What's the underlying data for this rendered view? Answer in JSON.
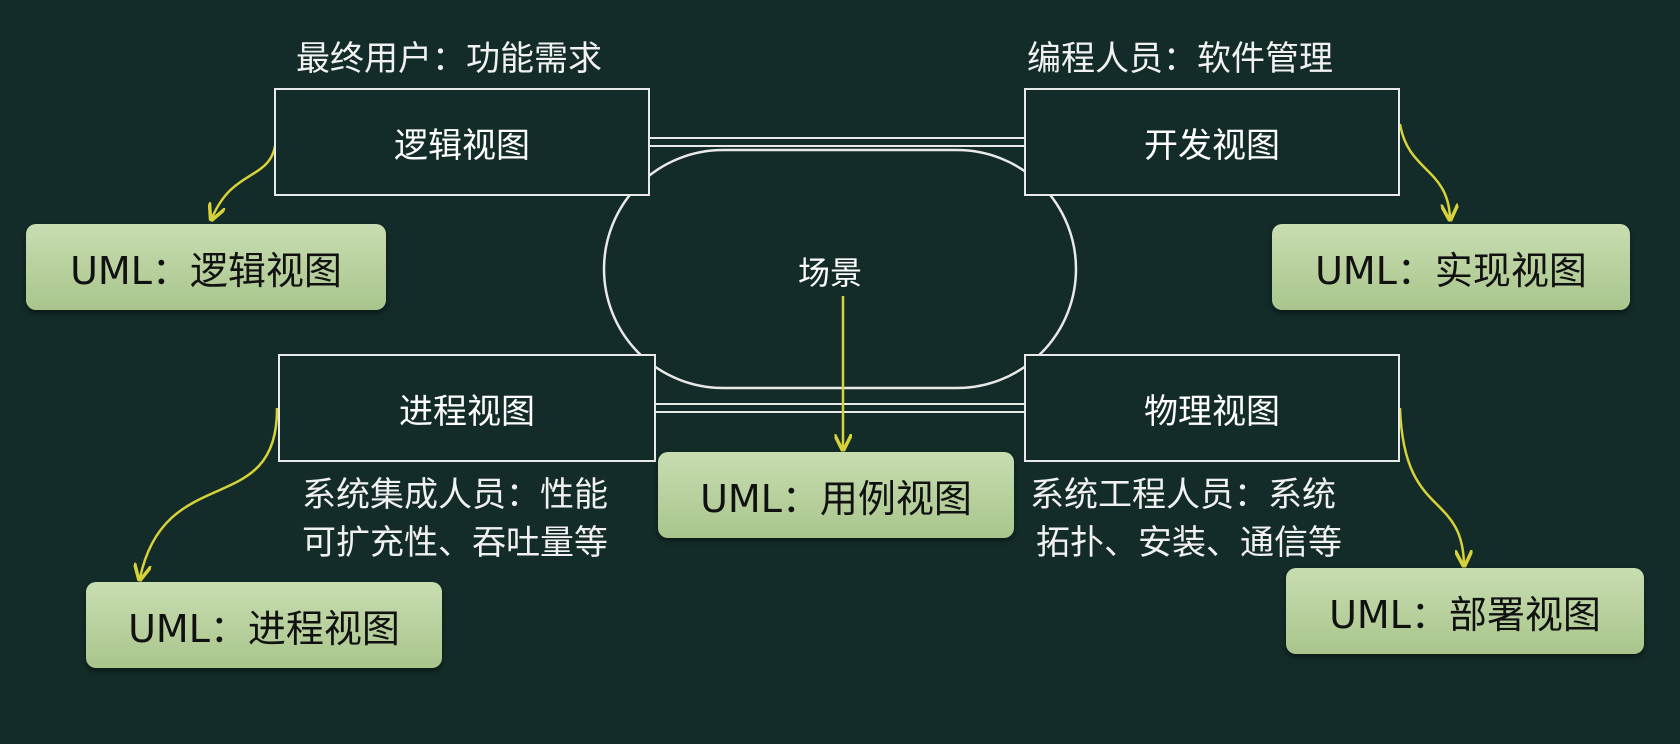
{
  "captions": {
    "logical": "最终用户：功能需求",
    "development": "编程人员：软件管理",
    "process_line1": "系统集成人员：性能",
    "process_line2": "可扩充性、吞吐量等",
    "physical_line1": "系统工程人员：系统",
    "physical_line2": "拓扑、安装、通信等"
  },
  "views": {
    "logical": "逻辑视图",
    "development": "开发视图",
    "process": "进程视图",
    "physical": "物理视图"
  },
  "scenario": "场景",
  "uml": {
    "logical": "UML：逻辑视图",
    "implementation": "UML：实现视图",
    "process": "UML：进程视图",
    "deployment": "UML：部署视图",
    "use_case": "UML：用例视图"
  },
  "colors": {
    "background": "#132c29",
    "box_border": "#e9e9e9",
    "arrow": "#d8d23a",
    "uml_fill": "#b6cf9a"
  }
}
